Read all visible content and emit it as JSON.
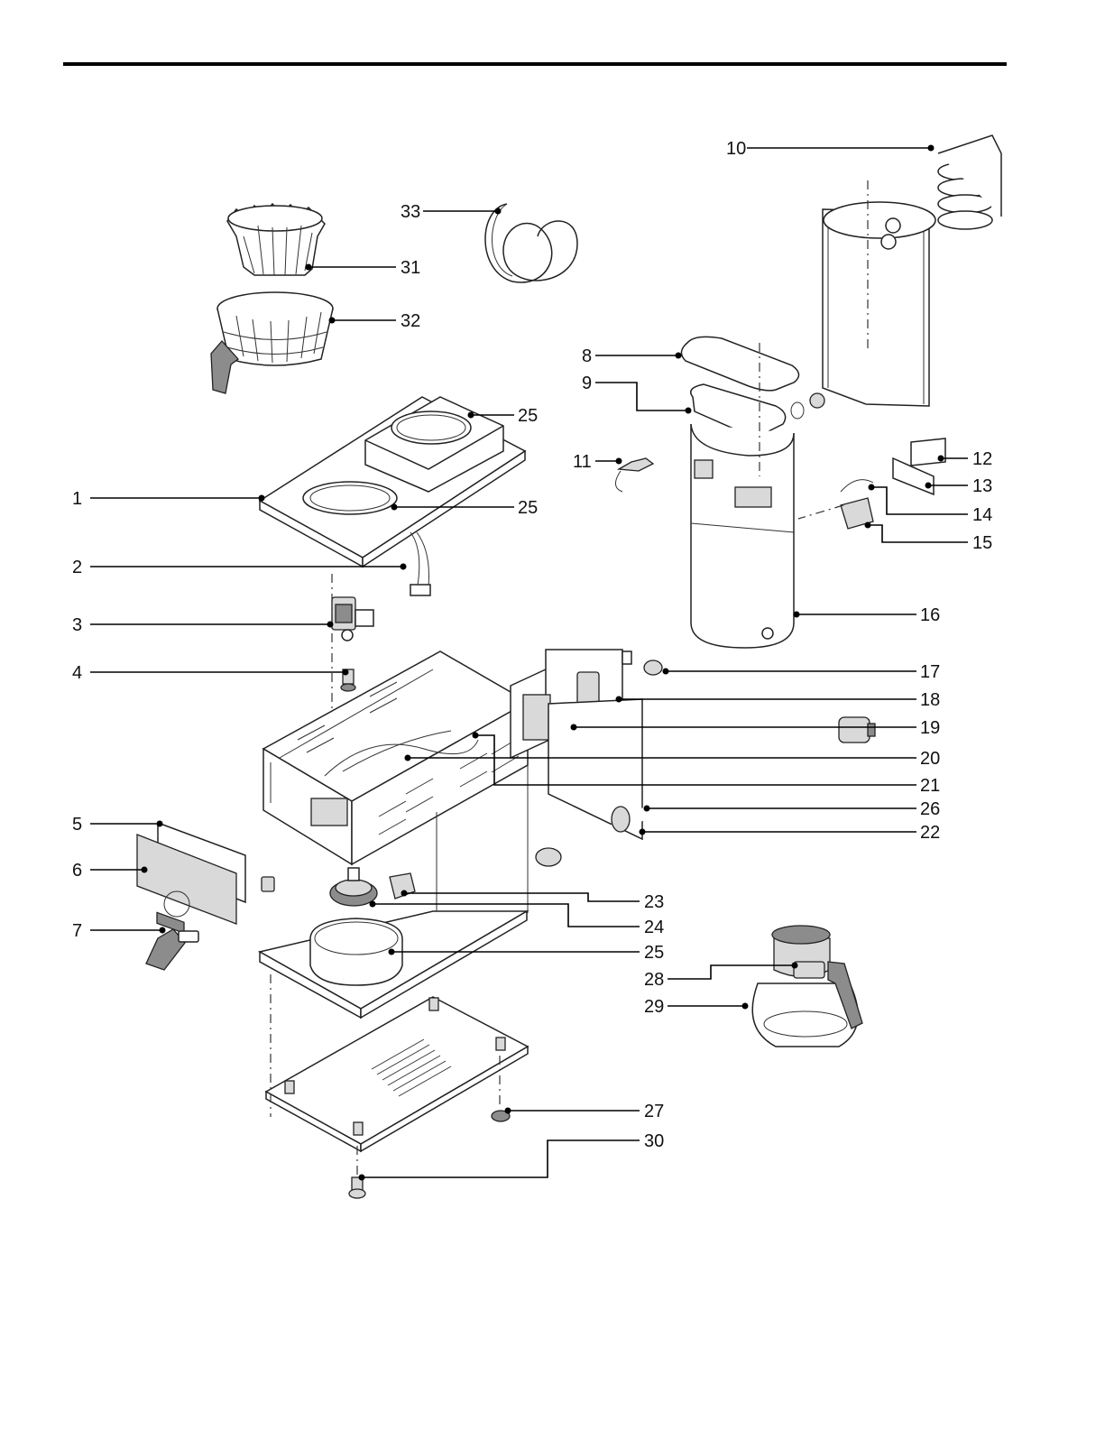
{
  "colors": {
    "ink": "#000000",
    "paper": "#ffffff",
    "shade": "#d9d9d9",
    "dark": "#8c8c8c"
  },
  "callouts": [
    {
      "id": "1",
      "text": "1"
    },
    {
      "id": "2",
      "text": "2"
    },
    {
      "id": "3",
      "text": "3"
    },
    {
      "id": "4",
      "text": "4"
    },
    {
      "id": "5",
      "text": "5"
    },
    {
      "id": "6",
      "text": "6"
    },
    {
      "id": "7",
      "text": "7"
    },
    {
      "id": "8",
      "text": "8"
    },
    {
      "id": "9",
      "text": "9"
    },
    {
      "id": "10",
      "text": "10"
    },
    {
      "id": "11",
      "text": "11"
    },
    {
      "id": "12",
      "text": "12"
    },
    {
      "id": "13",
      "text": "13"
    },
    {
      "id": "14",
      "text": "14"
    },
    {
      "id": "15",
      "text": "15"
    },
    {
      "id": "16",
      "text": "16"
    },
    {
      "id": "17",
      "text": "17"
    },
    {
      "id": "18",
      "text": "18"
    },
    {
      "id": "19",
      "text": "19"
    },
    {
      "id": "20",
      "text": "20"
    },
    {
      "id": "21",
      "text": "21"
    },
    {
      "id": "22",
      "text": "22"
    },
    {
      "id": "23",
      "text": "23"
    },
    {
      "id": "24",
      "text": "24"
    },
    {
      "id": "25a",
      "text": "25"
    },
    {
      "id": "25b",
      "text": "25"
    },
    {
      "id": "25c",
      "text": "25"
    },
    {
      "id": "26",
      "text": "26"
    },
    {
      "id": "27",
      "text": "27"
    },
    {
      "id": "28",
      "text": "28"
    },
    {
      "id": "29",
      "text": "29"
    },
    {
      "id": "30",
      "text": "30"
    },
    {
      "id": "31",
      "text": "31"
    },
    {
      "id": "32",
      "text": "32"
    },
    {
      "id": "33",
      "text": "33"
    }
  ]
}
